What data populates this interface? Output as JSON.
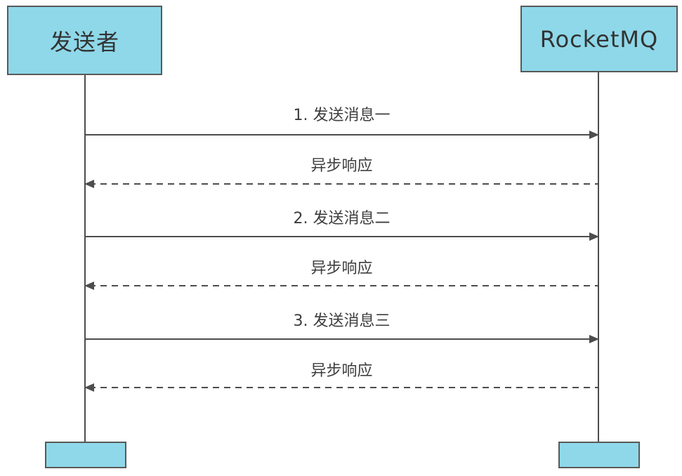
{
  "diagram": {
    "type": "sequence-diagram",
    "actors": [
      {
        "name": "发送者"
      },
      {
        "name": "RocketMQ"
      }
    ],
    "messages": [
      {
        "label": "1. 发送消息一",
        "style": "solid",
        "direction": "right",
        "from": "发送者",
        "to": "RocketMQ"
      },
      {
        "label": "异步响应",
        "style": "dashed",
        "direction": "left",
        "from": "RocketMQ",
        "to": "发送者"
      },
      {
        "label": "2. 发送消息二",
        "style": "solid",
        "direction": "right",
        "from": "发送者",
        "to": "RocketMQ"
      },
      {
        "label": "异步响应",
        "style": "dashed",
        "direction": "left",
        "from": "RocketMQ",
        "to": "发送者"
      },
      {
        "label": "3. 发送消息三",
        "style": "solid",
        "direction": "right",
        "from": "发送者",
        "to": "RocketMQ"
      },
      {
        "label": "异步响应",
        "style": "dashed",
        "direction": "left",
        "from": "RocketMQ",
        "to": "发送者"
      }
    ],
    "colors": {
      "actor_fill": "#8ED8E9",
      "actor_border": "#595959",
      "line": "#4D4D4D",
      "text": "#333333"
    }
  }
}
